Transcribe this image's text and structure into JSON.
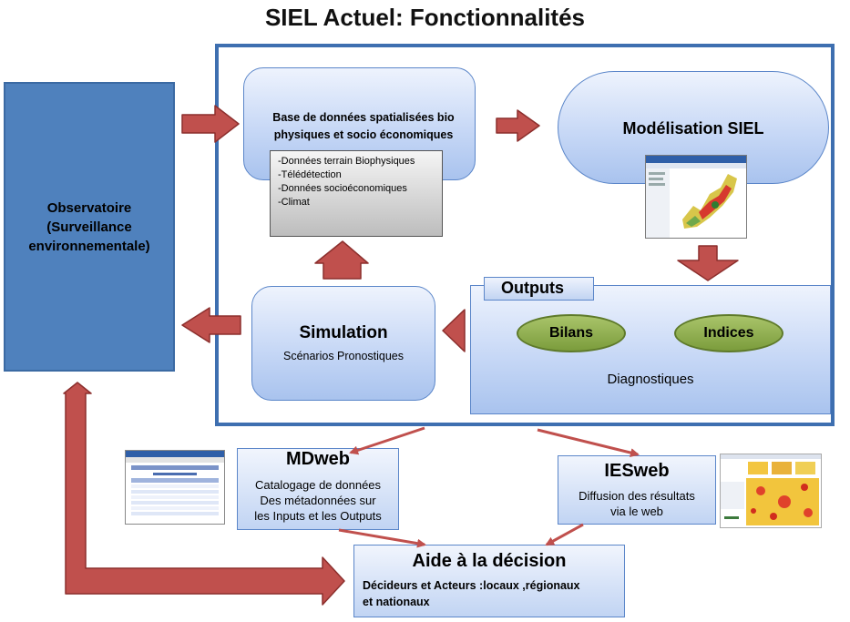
{
  "title": "SIEL Actuel: Fonctionnalités",
  "observatoire": {
    "lines": [
      "Observatoire",
      "(Surveillance",
      "environnementale)"
    ]
  },
  "base": {
    "title_line1": "Base de données spatialisées bio",
    "title_line2": "physiques et socio économiques",
    "items": [
      "-Données terrain Biophysiques",
      "-Télédétection",
      "-Données socioéconomiques",
      "-Climat"
    ]
  },
  "modelisation": {
    "title": "Modélisation SIEL",
    "thumbnail": "gis-map-screenshot"
  },
  "outputs": {
    "title": "Outputs",
    "bilans": "Bilans",
    "indices": "Indices",
    "diagnostiques": "Diagnostiques"
  },
  "simulation": {
    "title": "Simulation",
    "subtitle": "Scénarios Pronostiques"
  },
  "mdweb": {
    "title": "MDweb",
    "desc": [
      "Catalogage de données",
      "Des métadonnées sur",
      "les Inputs et les Outputs"
    ],
    "thumbnail": "metadata-table-screenshot"
  },
  "iesweb": {
    "title": "IESweb",
    "desc": [
      "Diffusion des résultats",
      "via le web"
    ],
    "thumbnail": "web-map-screenshot"
  },
  "aide": {
    "title": "Aide à la décision",
    "desc_line1": "Décideurs  et Acteurs :locaux ,régionaux",
    "desc_line2": "et nationaux"
  },
  "colors": {
    "arrow": "#c0504d",
    "arrow_border": "#8c2f2d",
    "observatoire": "#4f81bd",
    "frame": "#3e6fb0",
    "oval": "#9bbb59"
  }
}
